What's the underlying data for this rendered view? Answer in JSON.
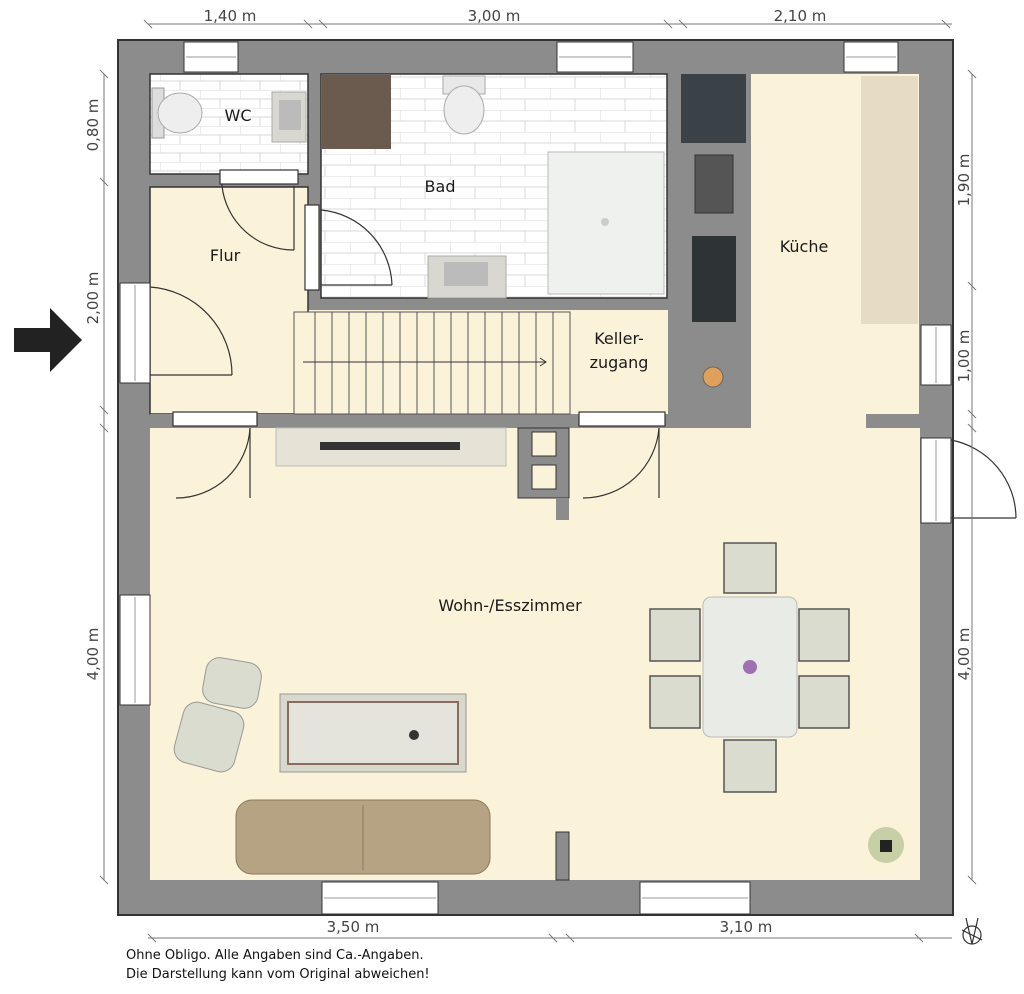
{
  "dimensions": {
    "top": [
      "1,40 m",
      "3,00 m",
      "2,10 m"
    ],
    "bottom": [
      "3,50 m",
      "3,10 m"
    ],
    "left": [
      "0,80 m",
      "2,00 m",
      "4,00 m"
    ],
    "right": [
      "1,90 m",
      "1,00 m",
      "4,00 m"
    ]
  },
  "rooms": {
    "wc": "WC",
    "bad": "Bad",
    "flur": "Flur",
    "kueche": "Küche",
    "keller_line1": "Keller-",
    "keller_line2": "zugang",
    "wohn": "Wohn-/Esszimmer"
  },
  "disclaimer": {
    "line1": "Ohne Obligo. Alle Angaben sind Ca.-Angaben.",
    "line2": "Die Darstellung kann vom Original abweichen!"
  },
  "icons": {
    "entrance": "entrance-arrow-icon",
    "compass": "north-compass-icon"
  },
  "colors": {
    "wall": "#8c8c8c",
    "floor": "#fbf3d9",
    "tile": "#ffffff",
    "dark": "#222222"
  }
}
